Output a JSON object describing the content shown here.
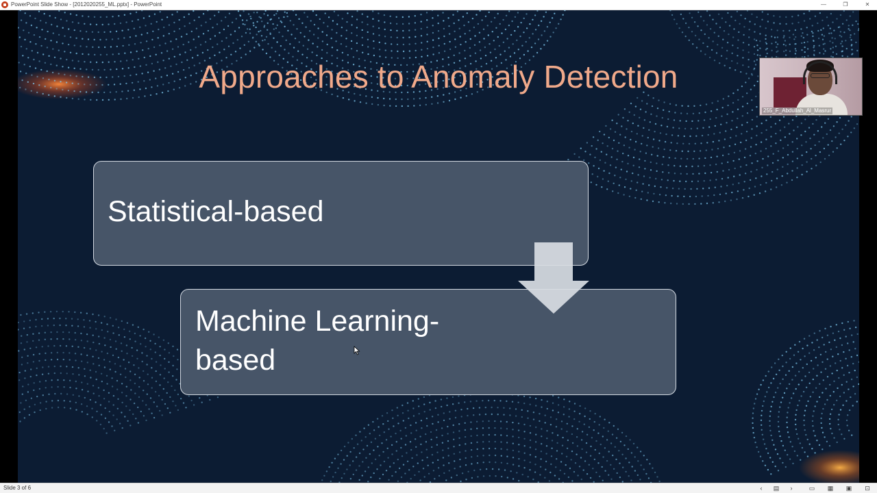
{
  "window": {
    "title": "PowerPoint Slide Show - [2012020255_ML.pptx] - PowerPoint",
    "minimize_glyph": "—",
    "maximize_glyph": "❐",
    "close_glyph": "✕"
  },
  "slide": {
    "title": "Approaches to Anomaly Detection",
    "boxes": [
      {
        "label": "Statistical-based"
      },
      {
        "label": "Machine Learning-based"
      }
    ],
    "colors": {
      "background": "#0c1c33",
      "title": "#f0a98a",
      "box_fill": "#475568",
      "dots": "#7ec8ee",
      "arrow": "#d9dde3"
    }
  },
  "webcam": {
    "participant_name": "255_F_Abdullah_Al_Masrur"
  },
  "statusbar": {
    "slide_counter": "Slide 3 of 6",
    "prev_icon": "‹",
    "notes_icon": "▤",
    "next_icon": "›",
    "normal_view_icon": "▭",
    "sorter_view_icon": "▦",
    "reading_view_icon": "▣",
    "slideshow_view_icon": "⊡"
  }
}
